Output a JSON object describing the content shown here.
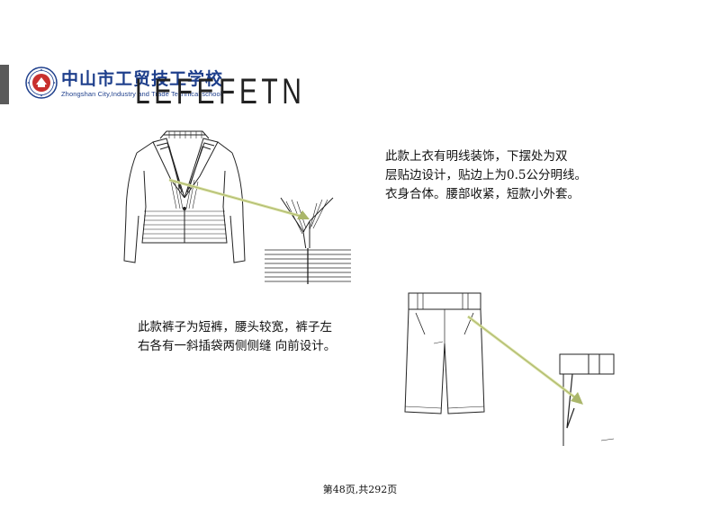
{
  "header": {
    "school_name_cn": "中山市工贸技工学校",
    "school_name_en": "Zhongshan City,Industry and Trade Technical school",
    "brand_text": "LEFEFETN",
    "logo_icon": "school-emblem-icon",
    "accent_color": "#1e3f8c"
  },
  "jacket": {
    "description_lines": [
      "此款上衣有明线装饰，下摆处为双",
      "层贴边设计，贴边上为0.5公分明线。",
      "衣身合体。腰部收紧，短款小外套。"
    ]
  },
  "shorts": {
    "description_lines": [
      "此款裤子为短裤，腰头较宽，裤子左",
      "右各有一斜插袋两侧侧缝 向前设计。"
    ]
  },
  "footer": {
    "page_info": "第48页,共292页"
  }
}
